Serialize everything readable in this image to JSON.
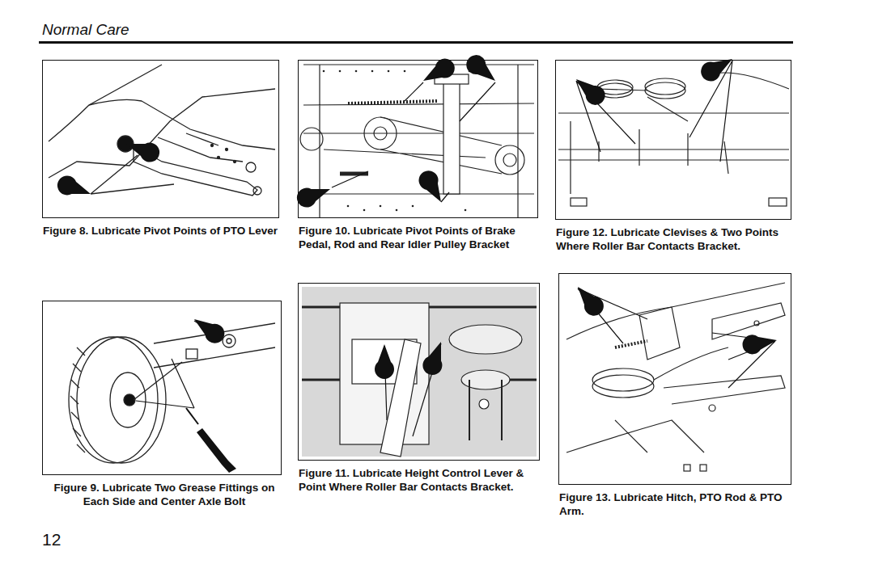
{
  "diagram": {
    "title": "Normal Care",
    "nodes": [
      {
        "text": [
          "Figure 8. Lubricate Pivot Points of PTO Lever"
        ]
      },
      {
        "text": [
          "Figure 10. Lubricate Pivot Points of Brake Pedal, Rod and Rear Idler Pulley Bracket"
        ]
      },
      {
        "text": [
          "Figure 12. Lubricate Clevises & Two Points Where Roller Bar Contacts Bracket."
        ]
      },
      {
        "text": [
          "Figure 9. Lubricate Two Grease Fittings on Each Side and Center Axle Bolt"
        ]
      },
      {
        "text": [
          "Figure 11. Lubricate Height Control Lever & Point Where Roller Bar Contacts Bracket."
        ]
      },
      {
        "text": [
          "Figure 13. Lubricate Hitch, PTO Rod & PTO Arm."
        ]
      }
    ],
    "labels": [
      "12"
    ]
  }
}
